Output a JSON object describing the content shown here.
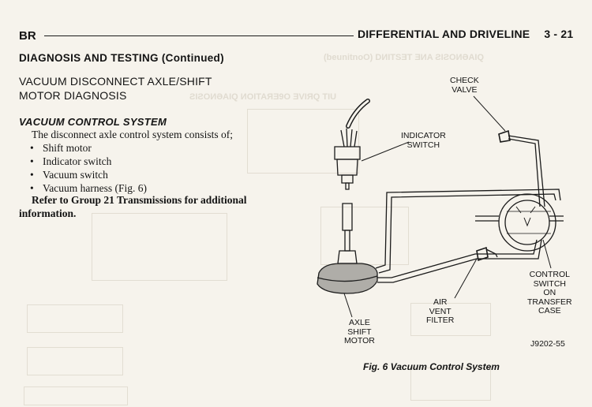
{
  "header": {
    "left": "BR",
    "right": "DIFFERENTIAL AND DRIVELINE",
    "page": "3 - 21"
  },
  "section_title": "DIAGNOSIS AND TESTING (Continued)",
  "subsection_title": "VACUUM DISCONNECT AXLE/SHIFT MOTOR DIAGNOSIS",
  "subsubsection_title": "VACUUM CONTROL SYSTEM",
  "intro": "The disconnect axle control system consists of;",
  "components": [
    "Shift motor",
    "Indicator switch",
    "Vacuum switch",
    "Vacuum harness (Fig. 6)"
  ],
  "note": "Refer to Group 21 Transmissions for additional information.",
  "figure": {
    "labels": {
      "check_valve": [
        "CHECK",
        "VALVE"
      ],
      "indicator_switch": [
        "INDICATOR",
        "SWITCH"
      ],
      "control_switch": [
        "CONTROL",
        "SWITCH",
        "ON",
        "TRANSFER",
        "CASE"
      ],
      "air_vent_filter": [
        "AIR",
        "VENT",
        "FILTER"
      ],
      "axle_shift_motor": [
        "AXLE",
        "SHIFT",
        "MOTOR"
      ]
    },
    "code": "J9202-55",
    "caption": "Fig. 6 Vacuum Control System"
  }
}
